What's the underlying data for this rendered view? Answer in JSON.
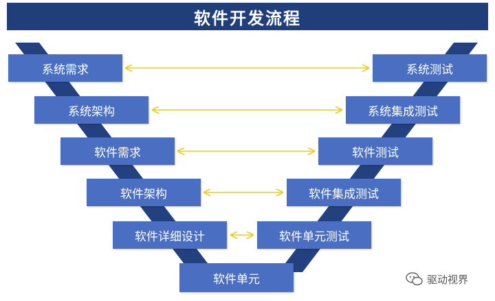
{
  "title": "软件开发流程",
  "colors": {
    "title_bg": "#1f3e7a",
    "box": "#4a6fc2",
    "band": "#24417f",
    "arrow": "#f2c81d"
  },
  "left_stages": [
    "系统需求",
    "系统架构",
    "软件需求",
    "软件架构",
    "软件详细设计"
  ],
  "right_stages": [
    "系统测试",
    "系统集成测试",
    "软件测试",
    "软件集成测试",
    "软件单元测试"
  ],
  "bottom_stage": "软件单元",
  "watermark": "驱动视界"
}
